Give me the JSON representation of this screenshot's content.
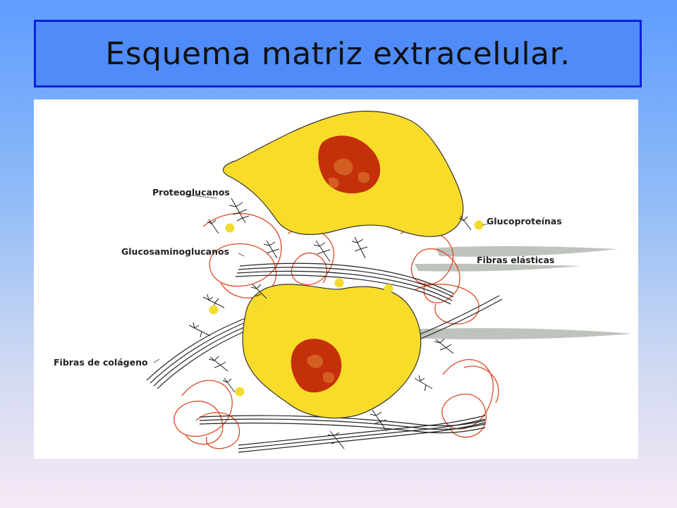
{
  "slide": {
    "title": "Esquema matriz extracelular."
  },
  "diagram": {
    "labels": {
      "proteoglucanos": "Proteoglucanos",
      "glucosaminoglucanos": "Glucosaminoglucanos",
      "fibras_colageno": "Fibras de colágeno",
      "glucoproteinas": "Glucoproteínas",
      "fibras_elasticas": "Fibras elásticas"
    },
    "colors": {
      "cell": "#f9dc2a",
      "nucleus": "#c4300a",
      "nucleolus": "#d86a28",
      "collagen_coils": "#dd4a24",
      "elastic_fibers": "#b8bcb6",
      "glycoprotein_dots": "#f4dc2c"
    }
  }
}
